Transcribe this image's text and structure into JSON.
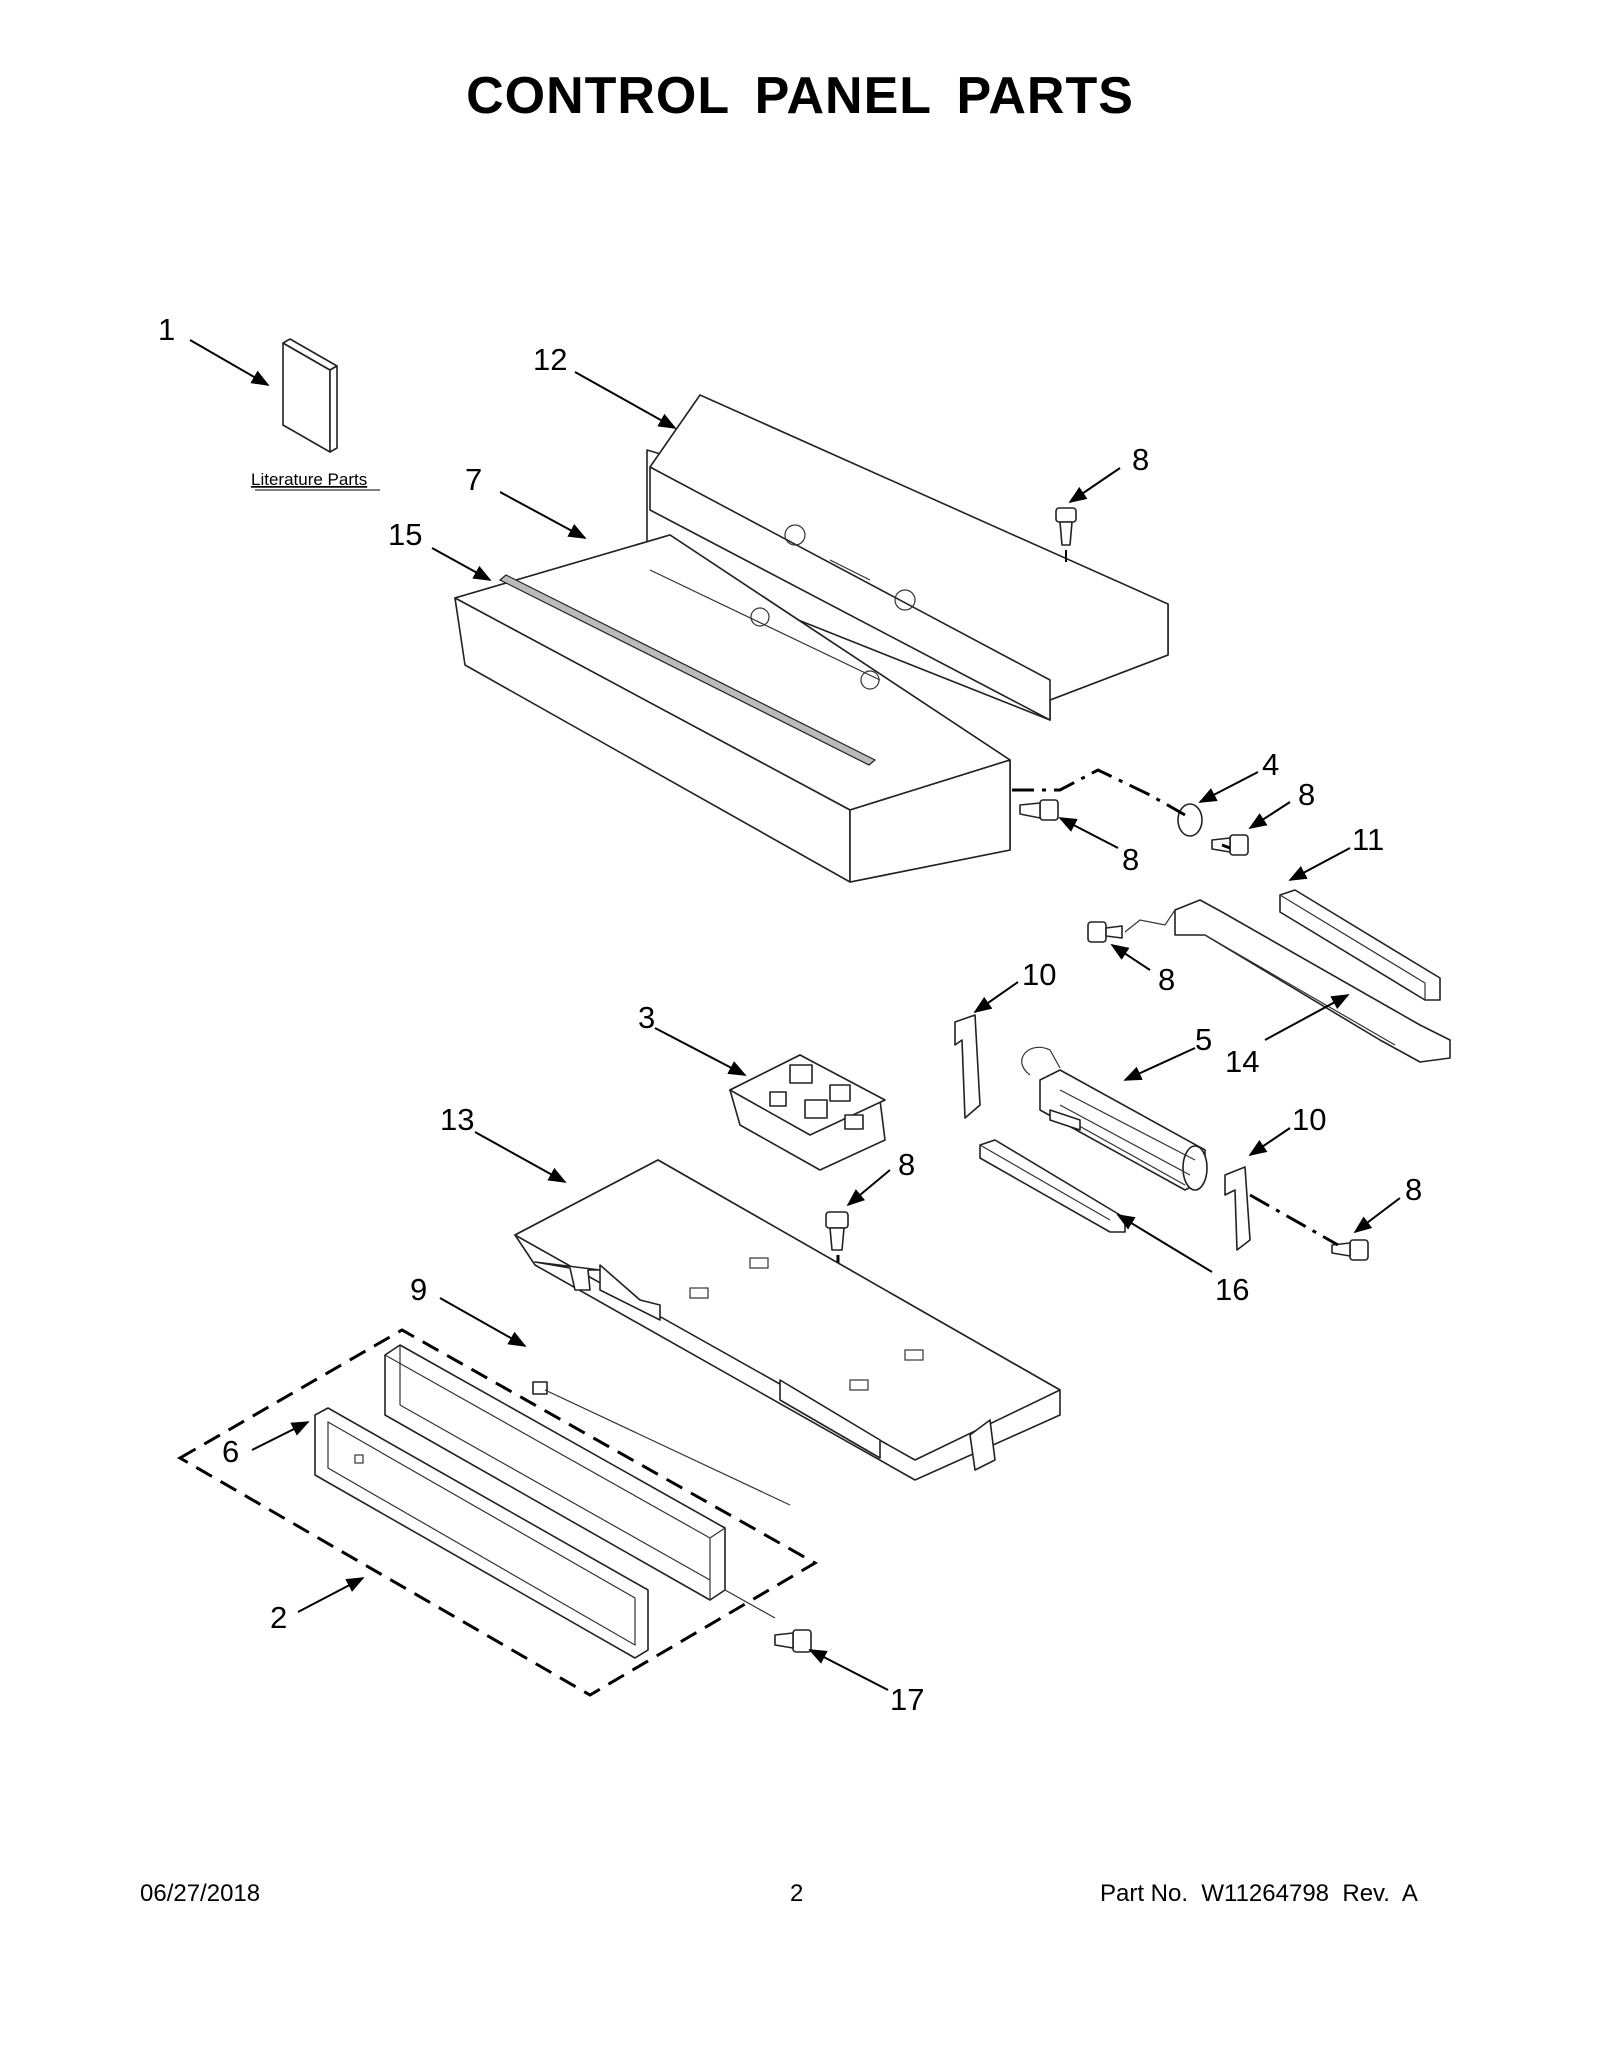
{
  "title": "CONTROL PANEL PARTS",
  "literature_label": "Literature Parts",
  "callouts": {
    "c1": "1",
    "c12": "12",
    "c8a": "8",
    "c7": "7",
    "c15": "15",
    "c4": "4",
    "c8b": "8",
    "c8c": "8",
    "c11": "11",
    "c8d": "8",
    "c10a": "10",
    "c3": "3",
    "c5": "5",
    "c14": "14",
    "c13": "13",
    "c10b": "10",
    "c8e": "8",
    "c8f": "8",
    "c9": "9",
    "c16": "16",
    "c6": "6",
    "c2": "2",
    "c17": "17"
  },
  "footer": {
    "date": "06/27/2018",
    "page": "2",
    "part_no": "Part No.  W11264798  Rev.  A"
  }
}
